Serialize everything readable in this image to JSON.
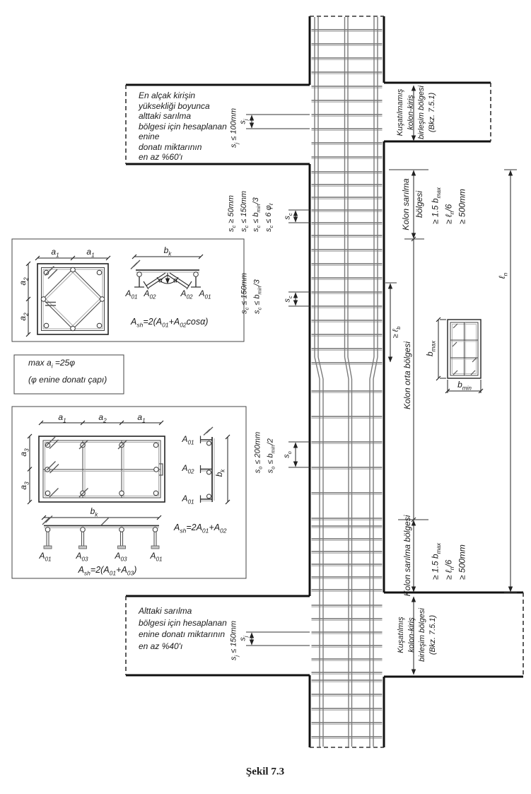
{
  "caption": "Şekil 7.3",
  "notes": {
    "top_left": "En alçak kirişin\nyüksekliği boyunca\nalttaki sarılma\nbölgesi için hesaplanan\nenine\ndonatı miktarının\nen az %60'ı",
    "bottom_left": "Alttaki sarılma\nbölgesi için hesaplanan\nenine donatı miktarının\nen az %40'ı"
  },
  "joints": {
    "top_right": "Kuşatılmamış\nkolon-kiriş\nbirleşim bölgesi\n(Bkz. 7.5.1)",
    "bottom_right": "Kuşatılmış\nkolon-kiriş\nbirleşim bölgesi\n(Bkz. 7.5.1)"
  },
  "zones": {
    "top": "Kolon sarılma\nbölgesi",
    "middle": "Kolon orta bölgesi",
    "bottom": "Kolon sarılma bölgesi",
    "limits_html": "≥ 1.5 b<sub>max</sub><br>≥ ℓ<sub>n</sub>/6<br>≥ 500mm",
    "clear_height_html": "ℓ<sub>n</sub>",
    "lap_length_html": "≥ ℓ<sub>b</sub>"
  },
  "spacings": {
    "sj_top_html": "s<sub>j</sub> ≤ 100mm",
    "sj_bottom_html": "s<sub>j</sub> ≤ 150mm",
    "sj_html": "s<sub>j</sub>",
    "sc_top_html": "s<sub>c</sub> ≥ 50mm<br>s<sub>c</sub> ≤ 150mm<br>s<sub>c</sub> ≤ b<sub>min</sub>/3<br>s<sub>c</sub> ≤ 6 φ<sub>ℓ</sub>",
    "sc_mid_html": "s<sub>c</sub> ≤ 150mm<br>s<sub>c</sub> ≤ b<sub>min</sub>/3",
    "sc_html": "s<sub>c</sub>",
    "so_html": "s<sub>o</sub> ≤ 200mm<br>s<sub>o</sub> ≤ b<sub>min</sub>/2",
    "so_sym_html": "s<sub>o</sub>"
  },
  "section_small": {
    "bmax_html": "b<sub>max</sub>",
    "bmin_html": "b<sub>min</sub>"
  },
  "detail_square": {
    "a1_html": "a<sub>1</sub>",
    "a2_html": "a<sub>2</sub>",
    "bk_html": "b<sub>k</sub>",
    "alpha": "α",
    "A01_html": "A<sub>01</sub>",
    "A02_html": "A<sub>02</sub>",
    "formula_html": "A<sub>sh</sub>=2(A<sub>01</sub>+A<sub>02</sub>cosα)"
  },
  "note_box": {
    "line1_html": "max a<sub>i</sub> =25φ",
    "line2": "(φ enine donatı çapı)"
  },
  "detail_rect": {
    "a1_html": "a<sub>1</sub>",
    "a2_html": "a<sub>2</sub>",
    "a3_html": "a<sub>3</sub>",
    "bk_html": "b<sub>k</sub>",
    "A01_html": "A<sub>01</sub>",
    "A02_html": "A<sub>02</sub>",
    "A03_html": "A<sub>03</sub>",
    "formula_top_html": "A<sub>sh</sub>=2A<sub>01</sub>+A<sub>02</sub>",
    "formula_bottom_html": "A<sub>sh</sub>=2(A<sub>01</sub>+A<sub>03</sub>)"
  },
  "colors": {
    "structure": "#111111",
    "ties": "#2b2b2b",
    "rebar": "#7a7a7a",
    "dimension": "#222222"
  }
}
